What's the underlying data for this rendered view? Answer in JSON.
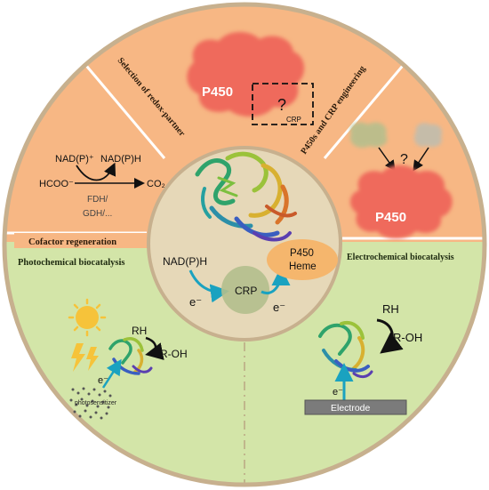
{
  "sections": {
    "redox_partner": "Selection of redox-partner",
    "engineering": "P450s and CRP  engineering",
    "cofactor": "Cofactor regeneration",
    "photochemical": "Photochemical biocatalysis",
    "electrochemical": "Electrochemical biocatalysis"
  },
  "top_panel": {
    "enzyme": "P450",
    "question": "?",
    "crp": "CRP"
  },
  "right_panel": {
    "enzyme": "P450",
    "question": "?"
  },
  "cofactor_panel": {
    "nadp_plus": "NAD(P)⁺",
    "nadph": "NAD(P)H",
    "formate": "HCOO⁻",
    "co2": "CO₂",
    "fdh": "FDH/",
    "gdh": "GDH/..."
  },
  "center": {
    "nadph": "NAD(P)H",
    "electron_1": "e⁻",
    "crp": "CRP",
    "electron_2": "e⁻",
    "p450": "P450",
    "heme": "Heme"
  },
  "photo_panel": {
    "substrate": "RH",
    "product": "R-OH",
    "electron": "e⁻",
    "photosensitizer": "photosensitizer"
  },
  "electro_panel": {
    "substrate": "RH",
    "product": "R-OH",
    "electron": "e⁻",
    "electrode": "Electrode"
  },
  "colors": {
    "orange": "#f7b784",
    "green": "#d3e5a8",
    "center": "#e6d8b8",
    "p450": "#ef6a5c",
    "crp": "#b2bf8d",
    "heme": "#f5b66d",
    "arrow": "#1aa2c0"
  }
}
